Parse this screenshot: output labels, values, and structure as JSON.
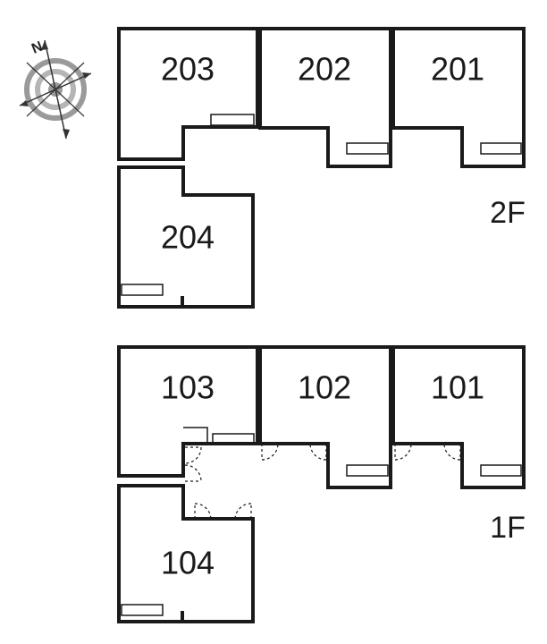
{
  "compass": {
    "north_label": "N",
    "icon": "compass-rose-icon"
  },
  "floors": [
    {
      "label": "2F",
      "units": [
        "203",
        "202",
        "201",
        "204"
      ]
    },
    {
      "label": "1F",
      "units": [
        "103",
        "102",
        "101",
        "104"
      ]
    }
  ]
}
